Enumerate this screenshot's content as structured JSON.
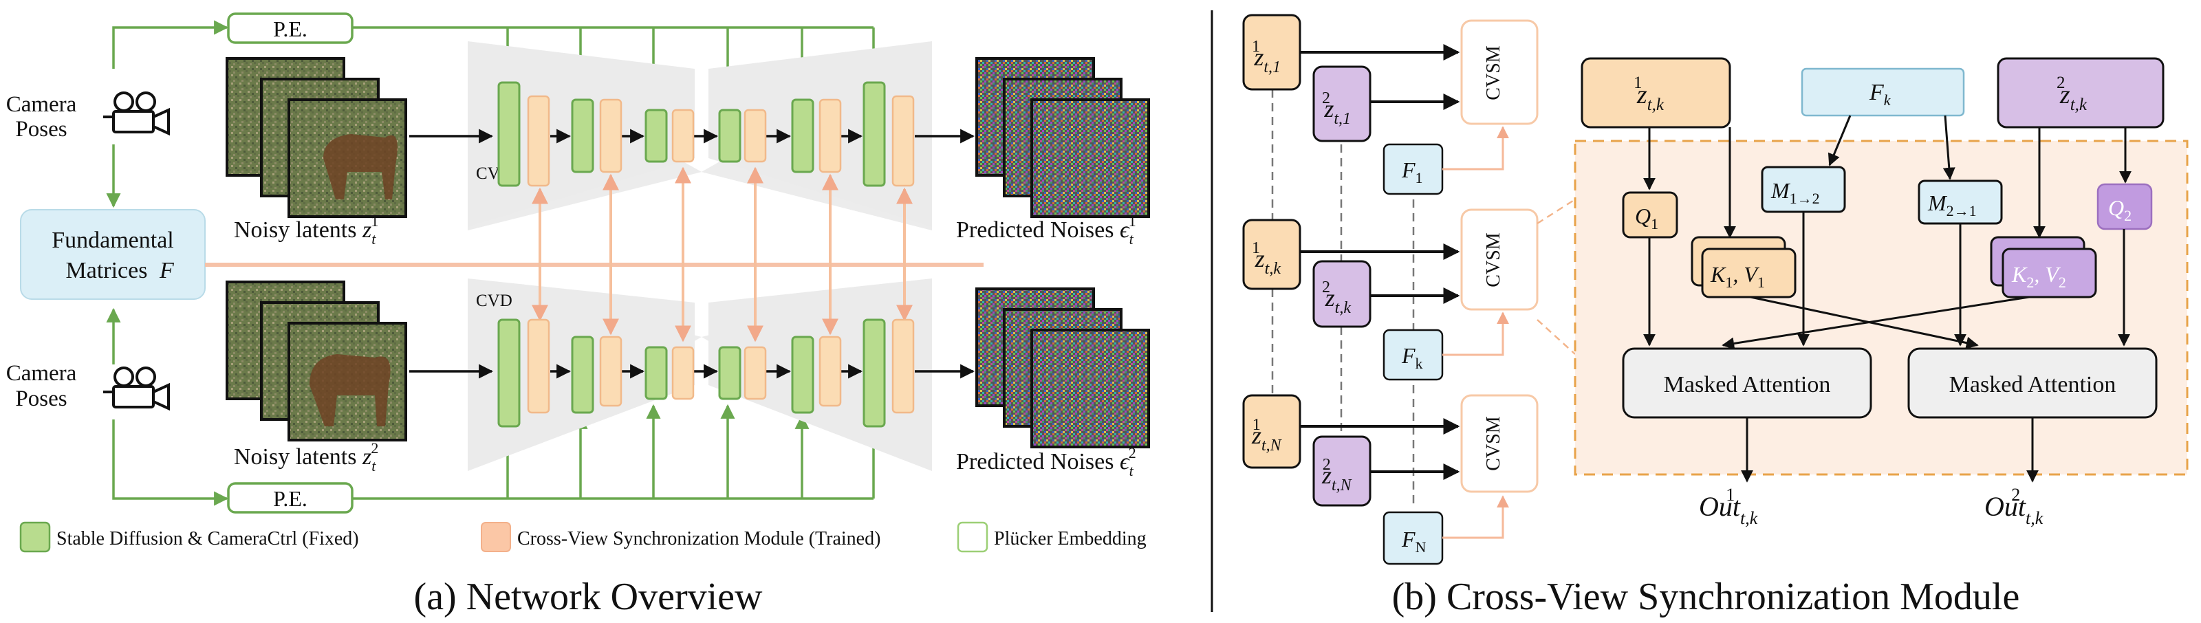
{
  "panel_a": {
    "caption": "(a) Network Overview",
    "camera_top": [
      "Camera",
      "Poses"
    ],
    "camera_bottom": [
      "Camera",
      "Poses"
    ],
    "pe_top": "P.E.",
    "pe_bottom": "P.E.",
    "fund": [
      "Fundamental",
      "Matrices"
    ],
    "fund_sym": "F",
    "noisy_top": "Noisy latents ",
    "noisy_bottom": "Noisy latents ",
    "noisy_sym": "z",
    "noisy_sub": "t",
    "noisy_sup_top": "1",
    "noisy_sup_bottom": "2",
    "pred_top": "Predicted Noises ",
    "pred_bottom": "Predicted Noises ",
    "pred_sym": "ϵ",
    "pred_sub": "t",
    "pred_sup_top": "1",
    "pred_sup_bottom": "2",
    "cvd_top": "CVD",
    "cvd_bottom": "CVD",
    "legend": {
      "green": "Stable Diffusion & CameraCtrl (Fixed)",
      "orange": "Cross-View Synchronization Module (Trained)",
      "outline": "Plücker Embedding"
    }
  },
  "panel_b": {
    "caption": "(b) Cross-View Synchronization Module",
    "cvsm": "CVSM",
    "rows": [
      {
        "z1_sup": "1",
        "z1_sub": "t,1",
        "z2_sup": "2",
        "z2_sub": "t,1",
        "f_sub": "1"
      },
      {
        "z1_sup": "1",
        "z1_sub": "t,k",
        "z2_sup": "2",
        "z2_sub": "t,k",
        "f_sub": "k"
      },
      {
        "z1_sup": "1",
        "z1_sub": "t,N",
        "z2_sup": "2",
        "z2_sub": "t,N",
        "f_sub": "N"
      }
    ],
    "z": "z",
    "f": "F",
    "top_z1_sup": "1",
    "top_z1_sub": "t,k",
    "top_fk_sub": "k",
    "top_z2_sup": "2",
    "top_z2_sub": "t,k",
    "q1": "Q",
    "q1_sub": "1",
    "q2": "Q",
    "q2_sub": "2",
    "m12": "M",
    "m12_sub": "1→2",
    "m21": "M",
    "m21_sub": "2→1",
    "kv1": [
      "K",
      "1",
      ", V",
      "1"
    ],
    "kv2": [
      "K",
      "2",
      ", V",
      "2"
    ],
    "attn_left": "Masked Attention",
    "attn_right": "Masked Attention",
    "out": "Out",
    "out1_sup": "1",
    "out1_sub": "t,k",
    "out2_sup": "2",
    "out2_sub": "t,k"
  },
  "colors": {
    "green": "#b8dc8e",
    "green_stroke": "#6aa84f",
    "orange": "#fbdcb4",
    "orange_stroke": "#e8a35f",
    "purple": "#d7bfe6",
    "purple_stroke": "#9c6fbf",
    "blue": "#dbeff7",
    "blue_stroke": "#77b4cc",
    "attn_bg": "#fdeee3",
    "salmon_arrow": "#f6b99a"
  }
}
